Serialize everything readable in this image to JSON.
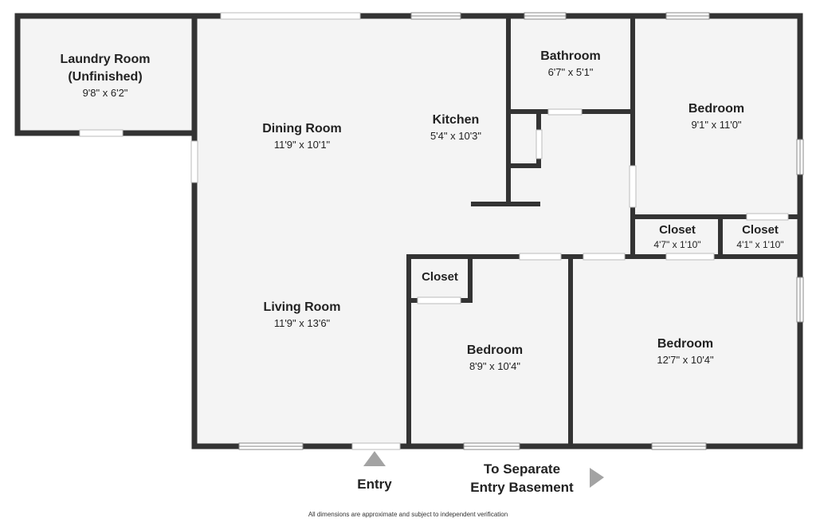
{
  "rooms": {
    "laundry": {
      "name": "Laundry Room (Unfinished)",
      "name_line1": "Laundry Room",
      "name_line2": "(Unfinished)",
      "dims": "9'8\" x 6'2\""
    },
    "dining": {
      "name": "Dining Room",
      "dims": "11'9\" x 10'1\""
    },
    "kitchen": {
      "name": "Kitchen",
      "dims": "5'4\" x 10'3\""
    },
    "bathroom": {
      "name": "Bathroom",
      "dims": "6'7\" x 5'1\""
    },
    "bedroom_ne": {
      "name": "Bedroom",
      "dims": "9'1\" x 11'0\""
    },
    "closet_1": {
      "name": "Closet",
      "dims": "4'7\" x 1'10\""
    },
    "closet_2": {
      "name": "Closet",
      "dims": "4'1\" x 1'10\""
    },
    "living": {
      "name": "Living Room",
      "dims": "11'9\" x 13'6\""
    },
    "closet_3": {
      "name": "Closet"
    },
    "bedroom_s": {
      "name": "Bedroom",
      "dims": "8'9\" x 10'4\""
    },
    "bedroom_se": {
      "name": "Bedroom",
      "dims": "12'7\" x 10'4\""
    }
  },
  "entry": {
    "label": "Entry"
  },
  "basement": {
    "line1": "To Separate",
    "line2": "Entry Basement"
  },
  "disclaimer": "All dimensions are approximate and subject to independent verification",
  "colors": {
    "wall": "#333333",
    "floor": "#f4f4f4",
    "opening": "#ffffff",
    "arrow": "#a3a3a3",
    "text": "#222222"
  }
}
